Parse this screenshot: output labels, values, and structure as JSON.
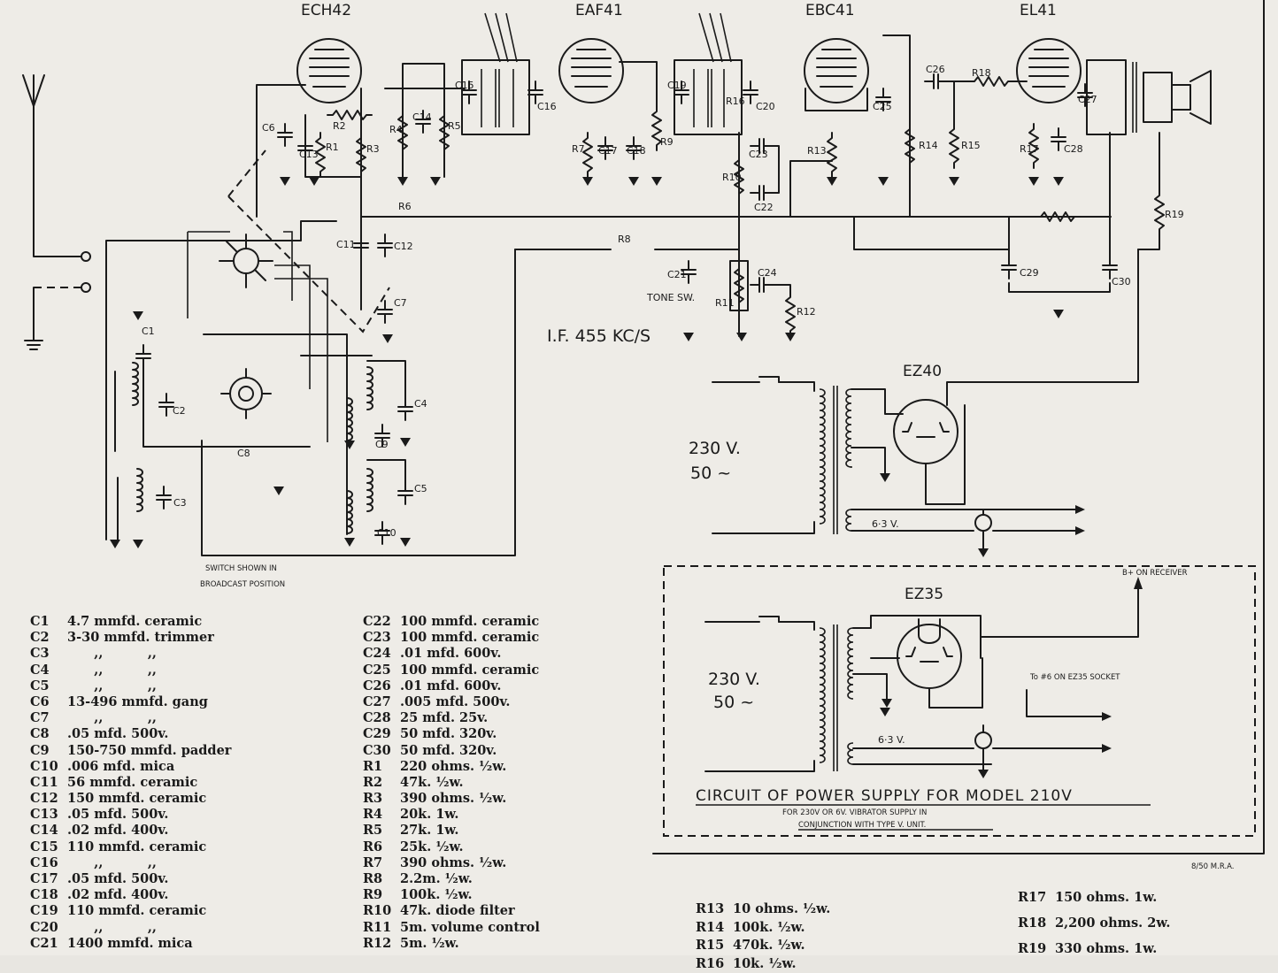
{
  "tubes": {
    "v1": "ECH42",
    "v2": "EAF41",
    "v3": "EBC41",
    "v4": "EL41",
    "rect1": "EZ40",
    "rect2": "EZ35"
  },
  "labels": {
    "if": "I.F. 455 KC/S",
    "tone": "TONE SW.",
    "switch_note_1": "SWITCH SHOWN IN",
    "switch_note_2": "BROADCAST POSITION",
    "volts_1": "230 V.",
    "hz_1": "50 ~",
    "heater_1": "6·3 V.",
    "volts_2": "230 V.",
    "hz_2": "50 ~",
    "heater_2": "6·3 V.",
    "b_plus": "B+ ON RECEIVER",
    "socket": "To #6 ON EZ35 SOCKET",
    "ps_title": "CIRCUIT OF POWER SUPPLY FOR MODEL 210V",
    "ps_sub_1": "FOR 230V OR 6V. VIBRATOR SUPPLY IN",
    "ps_sub_2": "CONJUNCTION WITH TYPE V. UNIT.",
    "date": "8/50 M.R.A."
  },
  "components": {
    "c1": "C1",
    "c2": "C2",
    "c3": "C3",
    "c4": "C4",
    "c5": "C5",
    "c6": "C6",
    "c7": "C7",
    "c8": "C8",
    "c9": "C9",
    "c10": "C10",
    "c11": "C11",
    "c12": "C12",
    "c13": "C13",
    "c14": "C14",
    "c15": "C15",
    "c16": "C16",
    "c17": "C17",
    "c18": "C18",
    "c19": "C19",
    "c20": "C20",
    "c21": "C21",
    "c22": "C22",
    "c23": "C23",
    "c24": "C24",
    "c25": "C25",
    "c26": "C26",
    "c27": "C27",
    "c28": "C28",
    "c29": "C29",
    "c30": "C30",
    "r1": "R1",
    "r2": "R2",
    "r3": "R3",
    "r4": "R4",
    "r5": "R5",
    "r6": "R6",
    "r7": "R7",
    "r8": "R8",
    "r9": "R9",
    "r10": "R10",
    "r11": "R11",
    "r12": "R12",
    "r13": "R13",
    "r14": "R14",
    "r15": "R15",
    "r16": "R16",
    "r17": "R17",
    "r18": "R18",
    "r19": "R19"
  },
  "parts_list": {
    "col1": [
      {
        "ref": "C1",
        "desc": "4.7 mmfd. ceramic"
      },
      {
        "ref": "C2",
        "desc": "3-30 mmfd. trimmer"
      },
      {
        "ref": "C3",
        "desc": "      ,,          ,,"
      },
      {
        "ref": "C4",
        "desc": "      ,,          ,,"
      },
      {
        "ref": "C5",
        "desc": "      ,,          ,,"
      },
      {
        "ref": "C6",
        "desc": "13-496 mmfd. gang"
      },
      {
        "ref": "C7",
        "desc": "      ,,          ,,"
      },
      {
        "ref": "C8",
        "desc": ".05 mfd. 500v."
      },
      {
        "ref": "C9",
        "desc": "150-750 mmfd. padder"
      },
      {
        "ref": "C10",
        "desc": ".006 mfd. mica"
      },
      {
        "ref": "C11",
        "desc": "56 mmfd. ceramic"
      },
      {
        "ref": "C12",
        "desc": "150 mmfd. ceramic"
      },
      {
        "ref": "C13",
        "desc": ".05 mfd. 500v."
      },
      {
        "ref": "C14",
        "desc": ".02 mfd. 400v."
      },
      {
        "ref": "C15",
        "desc": "110 mmfd. ceramic"
      },
      {
        "ref": "C16",
        "desc": "      ,,          ,,"
      },
      {
        "ref": "C17",
        "desc": ".05 mfd. 500v."
      },
      {
        "ref": "C18",
        "desc": ".02 mfd. 400v."
      },
      {
        "ref": "C19",
        "desc": "110 mmfd. ceramic"
      },
      {
        "ref": "C20",
        "desc": "      ,,          ,,"
      },
      {
        "ref": "C21",
        "desc": "1400 mmfd. mica"
      }
    ],
    "col2": [
      {
        "ref": "C22",
        "desc": "100 mmfd. ceramic"
      },
      {
        "ref": "C23",
        "desc": "100 mmfd. ceramic"
      },
      {
        "ref": "C24",
        "desc": ".01 mfd. 600v."
      },
      {
        "ref": "C25",
        "desc": "100 mmfd. ceramic"
      },
      {
        "ref": "C26",
        "desc": ".01 mfd. 600v."
      },
      {
        "ref": "C27",
        "desc": ".005 mfd. 500v."
      },
      {
        "ref": "C28",
        "desc": "25 mfd. 25v."
      },
      {
        "ref": "C29",
        "desc": "50 mfd. 320v."
      },
      {
        "ref": "C30",
        "desc": "50 mfd. 320v."
      },
      {
        "ref": "R1",
        "desc": "220 ohms. ½w."
      },
      {
        "ref": "R2",
        "desc": "47k. ½w."
      },
      {
        "ref": "R3",
        "desc": "390 ohms. ½w."
      },
      {
        "ref": "R4",
        "desc": "20k. 1w."
      },
      {
        "ref": "R5",
        "desc": "27k. 1w."
      },
      {
        "ref": "R6",
        "desc": "25k. ½w."
      },
      {
        "ref": "R7",
        "desc": "390 ohms. ½w."
      },
      {
        "ref": "R8",
        "desc": "2.2m. ½w."
      },
      {
        "ref": "R9",
        "desc": "100k. ½w."
      },
      {
        "ref": "R10",
        "desc": "47k. diode filter"
      },
      {
        "ref": "R11",
        "desc": "5m. volume control"
      },
      {
        "ref": "R12",
        "desc": "5m. ½w."
      }
    ],
    "col3": [
      {
        "ref": "R13",
        "desc": "10 ohms. ½w."
      },
      {
        "ref": "R14",
        "desc": "100k. ½w."
      },
      {
        "ref": "R15",
        "desc": "470k. ½w."
      },
      {
        "ref": "R16",
        "desc": "10k. ½w."
      }
    ],
    "col4": [
      {
        "ref": "R17",
        "desc": "150 ohms. 1w."
      },
      {
        "ref": "R18",
        "desc": "2,200 ohms. 2w."
      },
      {
        "ref": "R19",
        "desc": "330 ohms. 1w."
      }
    ]
  }
}
